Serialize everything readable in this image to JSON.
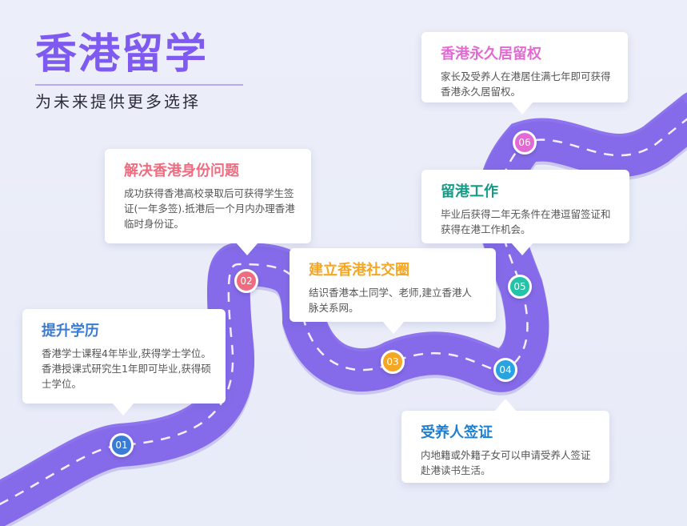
{
  "header": {
    "title": "香港留学",
    "subtitle": "为未来提供更多选择"
  },
  "colors": {
    "accent": "#7f5af0",
    "road": "#8e73ef",
    "step1": "#3a7bd5",
    "step2": "#ef6b7f",
    "step3": "#f5a623",
    "step4": "#29a3e0",
    "step5": "#22c3a6",
    "step6": "#e26ad2"
  },
  "steps": [
    {
      "number": "01",
      "title": "提升学历",
      "text": "香港学士课程4年毕业,获得学士学位。香港授课式研究生1年即可毕业,获得硕士学位。"
    },
    {
      "number": "02",
      "title": "解决香港身份问题",
      "text": "成功获得香港高校录取后可获得学生签证(一年多签).抵港后一个月内办理香港临时身份证。"
    },
    {
      "number": "03",
      "title": "建立香港社交圈",
      "text": "结识香港本土同学、老师,建立香港人脉关系网。"
    },
    {
      "number": "04",
      "title": "受养人签证",
      "text": "内地籍或外籍子女可以申请受养人签证赴港读书生活。"
    },
    {
      "number": "05",
      "title": "留港工作",
      "text": "毕业后获得二年无条件在港逗留签证和获得在港工作机会。"
    },
    {
      "number": "06",
      "title": "香港永久居留权",
      "text": "家长及受养人在港居住满七年即可获得香港永久居留权。"
    }
  ]
}
